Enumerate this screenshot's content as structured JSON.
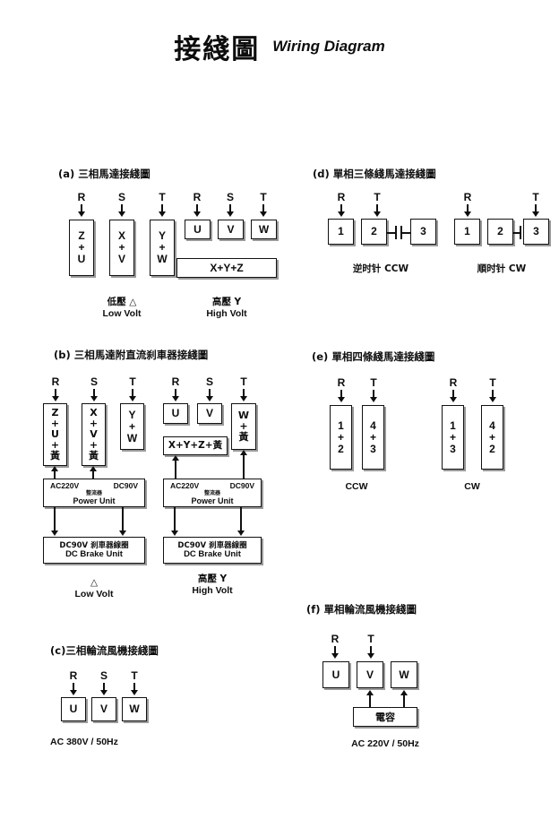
{
  "header": {
    "title_cjk": "接綫圖",
    "title_en": "Wiring Diagram"
  },
  "sections": {
    "a": {
      "title": "(a) 三相馬達接綫圖",
      "left": {
        "phases": [
          "R",
          "S",
          "T"
        ],
        "boxes": [
          [
            "Z",
            "+",
            "U"
          ],
          [
            "X",
            "+",
            "V"
          ],
          [
            "Y",
            "+",
            "W"
          ]
        ],
        "caption_cjk": "低壓  △",
        "caption_en": "Low  Volt"
      },
      "right": {
        "phases": [
          "R",
          "S",
          "T"
        ],
        "boxes": [
          "U",
          "V",
          "W"
        ],
        "common_box": "X+Y+Z",
        "caption_cjk": "高壓  Y",
        "caption_en": "High  Volt"
      }
    },
    "b": {
      "title": "(b) 三相馬達附直流刹車器接綫圖",
      "left": {
        "phases": [
          "R",
          "S",
          "T"
        ],
        "boxes": [
          [
            "Z",
            "+",
            "U",
            "+",
            "黃"
          ],
          [
            "X",
            "+",
            "V",
            "+",
            "黃"
          ],
          [
            "Y",
            "+",
            "W"
          ]
        ],
        "power_unit": {
          "ac": "AC220V",
          "dc": "DC90V",
          "cjk": "整流器",
          "en": "Power Unit"
        },
        "brake_unit": {
          "cjk": "DC90V 刹車器線圈",
          "en": "DC Brake Unit"
        },
        "caption_cjk": "△",
        "caption_en": "Low  Volt"
      },
      "right": {
        "phases": [
          "R",
          "S",
          "T"
        ],
        "boxes": [
          "U",
          "V"
        ],
        "tall_box": [
          "W",
          "+",
          "黃"
        ],
        "common_box": "X+Y+Z+黃",
        "power_unit": {
          "ac": "AC220V",
          "dc": "DC90V",
          "cjk": "整流器",
          "en": "Power Unit"
        },
        "brake_unit": {
          "cjk": "DC90V 刹車器線圈",
          "en": "DC Brake Unit"
        },
        "caption_cjk": "高壓  Y",
        "caption_en": "High  Volt"
      }
    },
    "c": {
      "title": "(c)三相輪流風機接綫圖",
      "phases": [
        "R",
        "S",
        "T"
      ],
      "boxes": [
        "U",
        "V",
        "W"
      ],
      "caption": "AC  380V / 50Hz"
    },
    "d": {
      "title": "(d) 單相三條綫馬達接綫圖",
      "left": {
        "phase_r": "R",
        "phase_t": "T",
        "boxes": [
          "1",
          "2",
          "3"
        ],
        "caption": "逆时针 CCW"
      },
      "right": {
        "phase_r": "R",
        "phase_t": "T",
        "boxes": [
          "1",
          "2",
          "3"
        ],
        "caption": "順时针 CW"
      }
    },
    "e": {
      "title": "(e) 單相四條綫馬達接綫圖",
      "left": {
        "phases": [
          "R",
          "T"
        ],
        "boxes": [
          [
            "1",
            "+",
            "2"
          ],
          [
            "4",
            "+",
            "3"
          ]
        ],
        "caption": "CCW"
      },
      "right": {
        "phases": [
          "R",
          "T"
        ],
        "boxes": [
          [
            "1",
            "+",
            "3"
          ],
          [
            "4",
            "+",
            "2"
          ]
        ],
        "caption": "CW"
      }
    },
    "f": {
      "title": "(f) 單相輪流風機接綫圖",
      "phase_r": "R",
      "phase_t": "T",
      "boxes": [
        "U",
        "V",
        "W"
      ],
      "capacitor_box": "電容",
      "caption": "AC 220V / 50Hz"
    }
  }
}
